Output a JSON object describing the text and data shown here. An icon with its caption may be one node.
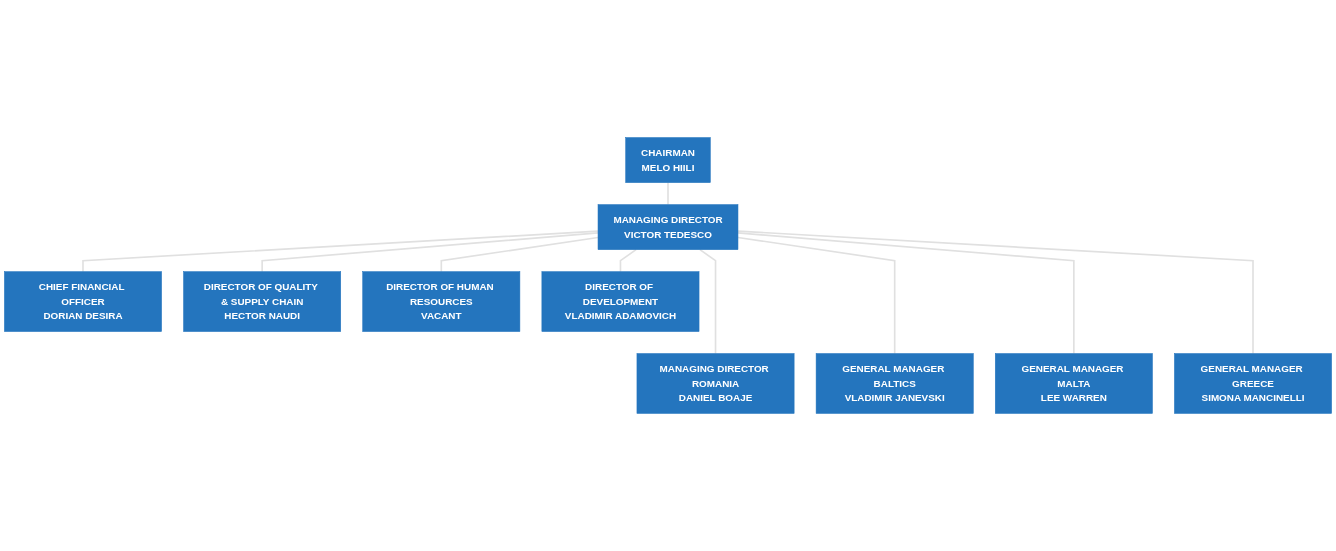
{
  "diagram": {
    "nodes": [
      {
        "text": [
          "CHAIRMAN",
          "MELO HIILI"
        ]
      },
      {
        "text": [
          "MANAGING DIRECTOR",
          "VICTOR TEDESCO"
        ]
      },
      {
        "text": [
          "CHIEF FINANCIAL OFFICER",
          "DORIAN DESIRA"
        ]
      },
      {
        "text": [
          "DIRECTOR OF QUALITY & SUPPLY CHAIN",
          "HECTOR NAUDI"
        ]
      },
      {
        "text": [
          "DIRECTOR OF HUMAN RESOURCES",
          "VACANT"
        ]
      },
      {
        "text": [
          "DIRECTOR OF DEVELOPMENT",
          "VLADIMIR ADAMOVICH"
        ]
      },
      {
        "text": [
          "MANAGING DIRECTOR ROMANIA",
          "DANIEL BOAJE"
        ]
      },
      {
        "text": [
          "GENERAL MANAGER BALTICS",
          "VLADIMIR JANEVSKI"
        ]
      },
      {
        "text": [
          "GENERAL MANAGER MALTA",
          "LEE WARREN"
        ]
      },
      {
        "text": [
          "GENERAL MANAGER GREECE",
          "SIMONA MANCINELLI"
        ]
      }
    ],
    "edges": [
      {
        "from": 0,
        "to": 1,
        "arrow": "none"
      },
      {
        "from": 1,
        "to": 2,
        "arrow": "none"
      },
      {
        "from": 1,
        "to": 3,
        "arrow": "none"
      },
      {
        "from": 1,
        "to": 4,
        "arrow": "none"
      },
      {
        "from": 1,
        "to": 5,
        "arrow": "none"
      },
      {
        "from": 1,
        "to": 6,
        "arrow": "none"
      },
      {
        "from": 1,
        "to": 7,
        "arrow": "none"
      },
      {
        "from": 1,
        "to": 8,
        "arrow": "none"
      },
      {
        "from": 1,
        "to": 9,
        "arrow": "none"
      }
    ]
  }
}
